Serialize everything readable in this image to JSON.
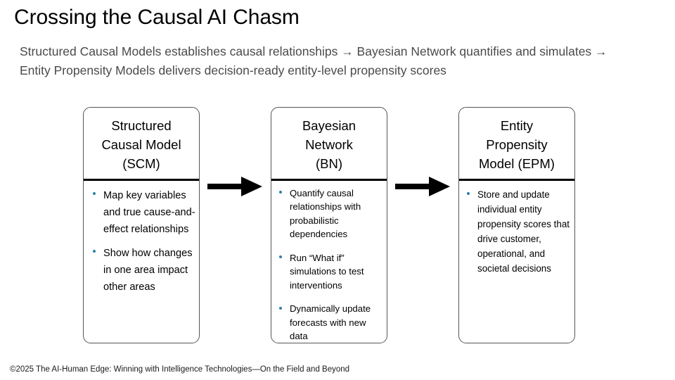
{
  "slide": {
    "title": "Crossing the Causal AI Chasm",
    "subtitle": "Structured Causal Models establishes causal relationships → Bayesian Network quantifies and simulates → Entity Propensity Models delivers decision-ready entity-level propensity scores",
    "footer": "©2025 The AI-Human Edge: Winning with Intelligence Technologies—On the Field and Beyond",
    "colors": {
      "background": "#ffffff",
      "title_text": "#000000",
      "subtitle_text": "#4a4a4a",
      "box_border": "#565656",
      "divider": "#000000",
      "bullet_marker": "#2e7fa8",
      "arrow": "#000000",
      "body_text": "#000000"
    }
  },
  "diagram": {
    "type": "process-flow",
    "stages": [
      {
        "id": "scm",
        "heading": "Structured\nCausal Model\n(SCM)",
        "bullets": [
          "Map key variables and true cause-and-effect relationships",
          "Show how changes in one area impact other areas"
        ]
      },
      {
        "id": "bn",
        "heading": "Bayesian\nNetwork\n(BN)",
        "bullets": [
          "Quantify causal relationships with probabilistic dependencies",
          "Run “What if” simulations to test interventions",
          "Dynamically update forecasts with new data"
        ]
      },
      {
        "id": "epm",
        "heading": "Entity\nPropensity\nModel (EPM)",
        "bullets": [
          "Store and update individual entity propensity scores that drive customer, operational, and societal decisions"
        ]
      }
    ],
    "connectors": [
      {
        "id": "arrow-1",
        "from": "scm",
        "to": "bn",
        "shape": "right-arrow"
      },
      {
        "id": "arrow-2",
        "from": "bn",
        "to": "epm",
        "shape": "right-arrow"
      }
    ]
  }
}
